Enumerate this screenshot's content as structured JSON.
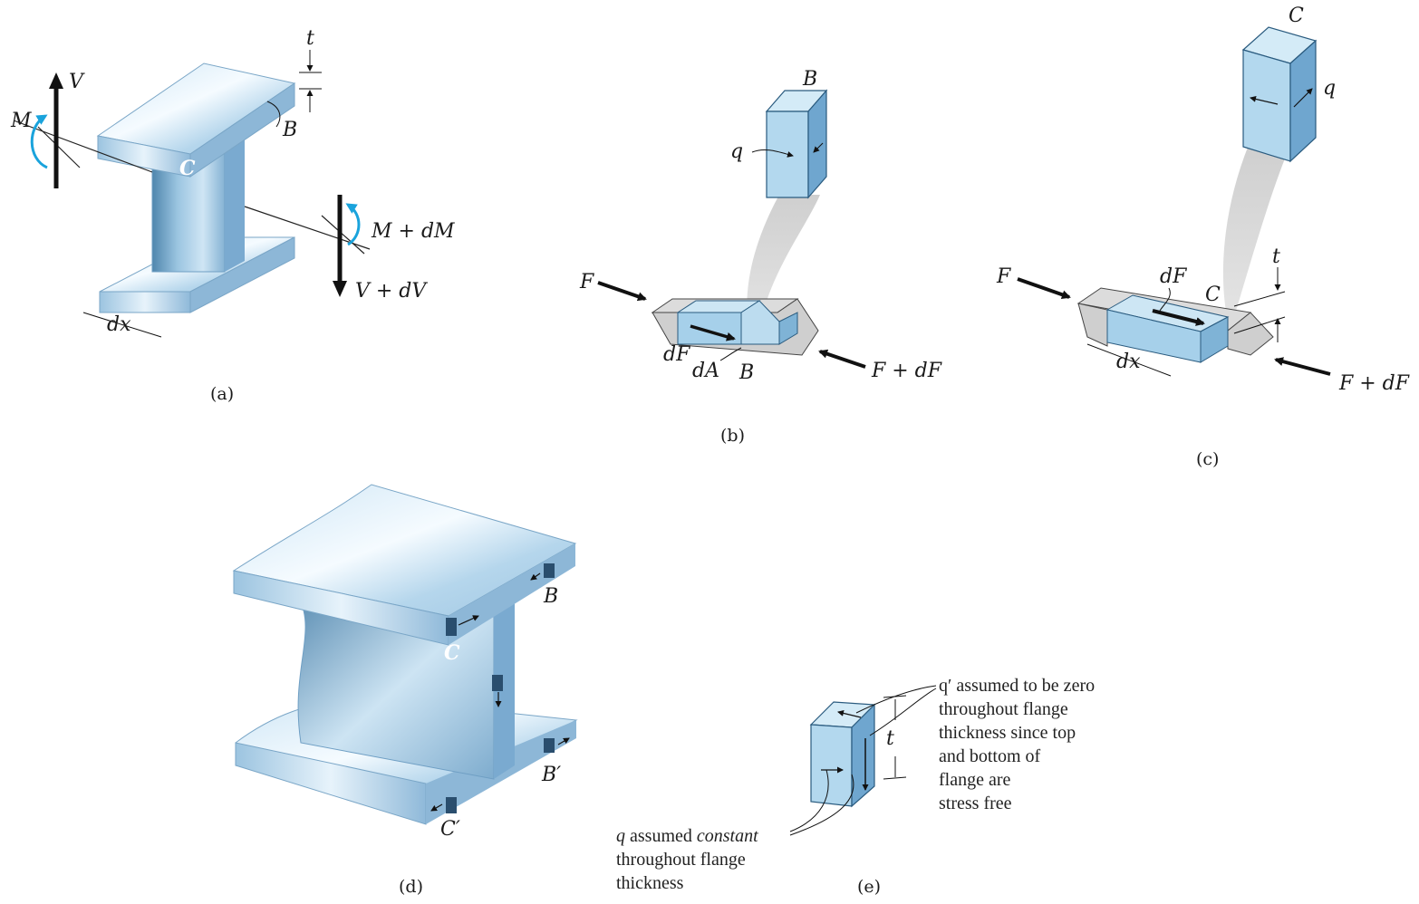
{
  "panels": {
    "a": {
      "caption": "(a)",
      "labels": {
        "V": "V",
        "M": "M",
        "t": "t",
        "B": "B",
        "C": "C",
        "M_dM": "M + dM",
        "V_dV": "V + dV",
        "dx": "dx"
      }
    },
    "b": {
      "caption": "(b)",
      "labels": {
        "B_top": "B",
        "q": "q",
        "F": "F",
        "dF": "dF",
        "dA": "dA",
        "B_bottom": "B",
        "F_dF": "F + dF"
      }
    },
    "c": {
      "caption": "(c)",
      "labels": {
        "C_top": "C",
        "q": "q",
        "F": "F",
        "dF": "dF",
        "C_mid": "C",
        "t": "t",
        "dx": "dx",
        "F_dF": "F + dF"
      }
    },
    "d": {
      "caption": "(d)",
      "labels": {
        "B": "B",
        "C": "C",
        "B_prime": "B′",
        "C_prime": "C′"
      }
    },
    "e": {
      "caption": "(e)",
      "labels": {
        "t": "t"
      },
      "note_right": [
        "q′ assumed to be zero",
        "throughout flange",
        "thickness since top",
        "and bottom of",
        "flange are",
        "stress free"
      ],
      "note_left_q": "q",
      "note_left_pre": " assumed ",
      "note_left_em": "constant",
      "note_left_lines": [
        "throughout flange",
        "thickness"
      ]
    }
  },
  "colors": {
    "steel_light": "#d8ebf7",
    "steel_mid": "#a9cde6",
    "steel_dark": "#6f9fc4",
    "element_face": "#b9dcef",
    "element_side": "#7fb3d6",
    "arrow_blue": "#1aa3dc"
  }
}
